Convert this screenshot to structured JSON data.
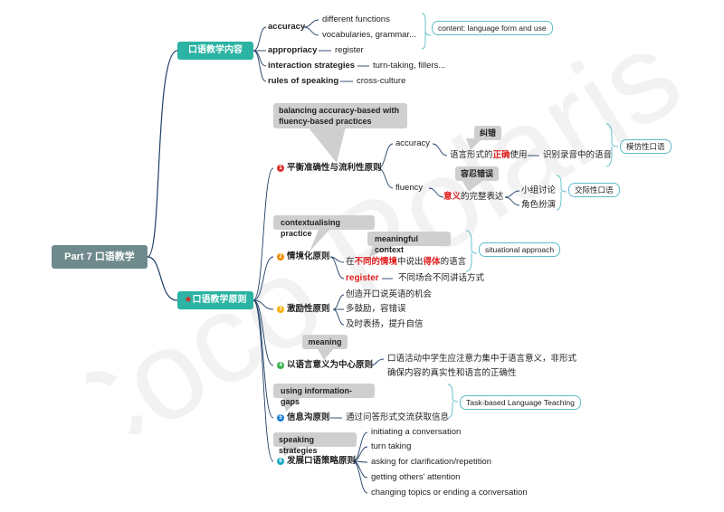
{
  "root": "Part 7 口语教学",
  "branch1": {
    "label": "口语教学内容",
    "items": [
      {
        "label": "accuracy",
        "children": [
          "different functions",
          "vocabularies, grammar..."
        ]
      },
      {
        "label": "appropriacy",
        "detail": "register"
      },
      {
        "label": "interaction strategies",
        "detail": "turn-taking, fillers..."
      },
      {
        "label": "rules of speaking",
        "detail": "cross-culture"
      }
    ],
    "note": "content: language form and use"
  },
  "branch2": {
    "label": "口语教学原则",
    "star": "★",
    "p1": {
      "num": "1",
      "label": "平衡准确性与流利性原则",
      "callout": "balancing accuracy-based with fluency-based practices",
      "accuracy": "accuracy",
      "acc_tag": "纠错",
      "acc_pre": "语言形式的",
      "acc_red": "正确",
      "acc_post": "使用",
      "acc_detail": "识别录音中的语音",
      "acc_note": "模仿性口语",
      "fluency": "fluency",
      "flu_tag": "容忍错误",
      "flu_red": "意义",
      "flu_post": "的完整表达",
      "flu_items": [
        "小组讨论",
        "角色扮演"
      ],
      "flu_note": "交际性口语"
    },
    "p2": {
      "num": "2",
      "label": "情境化原则",
      "callout": "contextualising practice",
      "callout2": "meaningful context",
      "line1_a": "在",
      "line1_red1": "不同的情境",
      "line1_b": "中说出",
      "line1_red2": "得体",
      "line1_c": "的语言",
      "register": "register",
      "register_detail": "不同场合不同讲话方式",
      "note": "situational approach"
    },
    "p3": {
      "num": "3",
      "label": "激励性原则",
      "items": [
        "创造开口说英语的机会",
        "多鼓励，容错误",
        "及时表扬，提升自信"
      ]
    },
    "p4": {
      "num": "4",
      "label": "以语言意义为中心原则",
      "callout": "meaning",
      "line1": "口语活动中学生应注意力集中于语言意义，非形式",
      "line2": "确保内容的真实性和语言的正确性"
    },
    "p5": {
      "num": "5",
      "label": "信息沟原则",
      "callout": "using information-gaps",
      "detail": "通过问答形式交流获取信息",
      "note": "Task-based Language Teaching"
    },
    "p6": {
      "num": "6",
      "label": "发展口语策略原则",
      "callout": "speaking strategies",
      "items": [
        "initiating a conversation",
        "turn taking",
        "asking for clarification/repetition",
        "getting others' attention",
        "changing topics or ending a conversation"
      ]
    }
  },
  "watermark": "Coco Polaris",
  "colors": {
    "root": "#6e8a8c",
    "branch": "#2bb3a3",
    "callout": "#cfcfcf",
    "line": "#1f3f66",
    "accent_red": "#e02020",
    "note_border": "#5fbcc8"
  }
}
